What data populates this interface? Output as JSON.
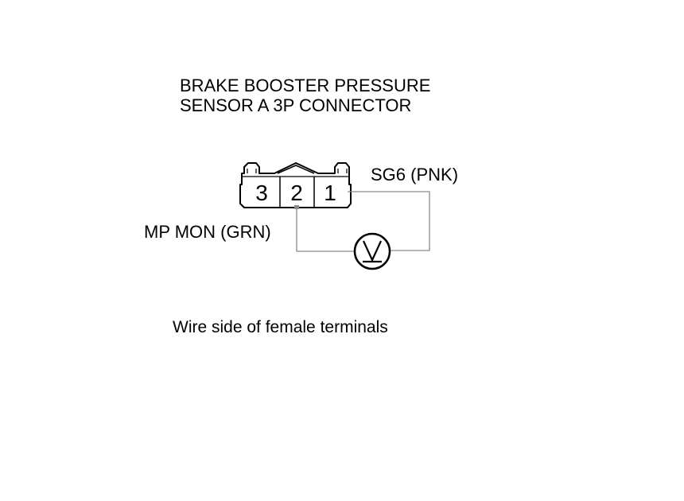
{
  "title": {
    "line1": "BRAKE BOOSTER PRESSURE",
    "line2": "SENSOR A 3P CONNECTOR"
  },
  "connector": {
    "pins": [
      "3",
      "2",
      "1"
    ]
  },
  "wires": {
    "pin1_label": "SG6 (PNK)",
    "pin2_label": "MP MON (GRN)"
  },
  "meter": {
    "symbol": "V",
    "icon": "voltmeter-icon"
  },
  "caption": "Wire side of female terminals"
}
